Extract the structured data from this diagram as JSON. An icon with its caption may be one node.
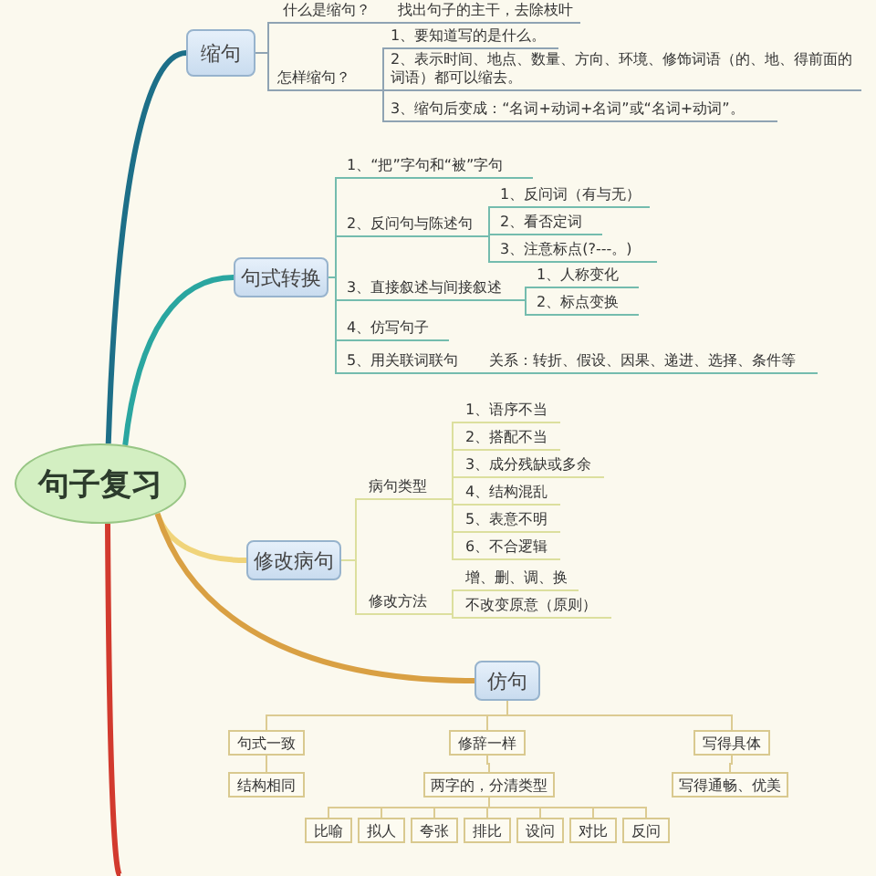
{
  "diagram": {
    "nodes": [
      {
        "text": [
          "句子复习"
        ]
      },
      {
        "text": [
          "缩句"
        ]
      },
      {
        "text": [
          "什么是缩句？"
        ]
      },
      {
        "text": [
          "找出句子的主干，去除枝叶"
        ]
      },
      {
        "text": [
          "怎样缩句？"
        ]
      },
      {
        "text": [
          "1、要知道写的是什么。"
        ]
      },
      {
        "text": [
          "2、表示时间、地点、数量、方向、环境、修饰词语（的、地、得前面的词语）都可以缩去。"
        ]
      },
      {
        "text": [
          "3、缩句后变成：“名词+动词+名词”或“名词+动词”。"
        ]
      },
      {
        "text": [
          "句式转换"
        ]
      },
      {
        "text": [
          "1、“把”字句和“被”字句"
        ]
      },
      {
        "text": [
          "2、反问句与陈述句"
        ]
      },
      {
        "text": [
          "1、反问词（有与无）"
        ]
      },
      {
        "text": [
          "2、看否定词"
        ]
      },
      {
        "text": [
          "3、注意标点(?---。)"
        ]
      },
      {
        "text": [
          "3、直接叙述与间接叙述"
        ]
      },
      {
        "text": [
          "1、人称变化"
        ]
      },
      {
        "text": [
          "2、标点变换"
        ]
      },
      {
        "text": [
          "4、仿写句子"
        ]
      },
      {
        "text": [
          "5、用关联词联句"
        ]
      },
      {
        "text": [
          "关系：转折、假设、因果、递进、选择、条件等"
        ]
      },
      {
        "text": [
          "修改病句"
        ]
      },
      {
        "text": [
          "病句类型"
        ]
      },
      {
        "text": [
          "1、语序不当"
        ]
      },
      {
        "text": [
          "2、搭配不当"
        ]
      },
      {
        "text": [
          "3、成分残缺或多余"
        ]
      },
      {
        "text": [
          "4、结构混乱"
        ]
      },
      {
        "text": [
          "5、表意不明"
        ]
      },
      {
        "text": [
          "6、不合逻辑"
        ]
      },
      {
        "text": [
          "修改方法"
        ]
      },
      {
        "text": [
          "增、删、调、换"
        ]
      },
      {
        "text": [
          "不改变原意（原则）"
        ]
      },
      {
        "text": [
          "仿句"
        ]
      },
      {
        "text": [
          "句式一致"
        ]
      },
      {
        "text": [
          "修辞一样"
        ]
      },
      {
        "text": [
          "写得具体"
        ]
      },
      {
        "text": [
          "结构相同"
        ]
      },
      {
        "text": [
          "两字的，分清类型"
        ]
      },
      {
        "text": [
          "写得通畅、优美"
        ]
      },
      {
        "text": [
          "比喻"
        ]
      },
      {
        "text": [
          "拟人"
        ]
      },
      {
        "text": [
          "夸张"
        ]
      },
      {
        "text": [
          "排比"
        ]
      },
      {
        "text": [
          "设问"
        ]
      },
      {
        "text": [
          "对比"
        ]
      },
      {
        "text": [
          "反问"
        ]
      }
    ],
    "edges": [
      {
        "from": 0,
        "to": 1,
        "arrow": "none",
        "style": "thick",
        "color": "#1d6f88"
      },
      {
        "from": 0,
        "to": 8,
        "arrow": "none",
        "style": "thick",
        "color": "#2aa6a0"
      },
      {
        "from": 0,
        "to": 20,
        "arrow": "none",
        "style": "thick",
        "color": "#f0d47a"
      },
      {
        "from": 0,
        "to": 31,
        "arrow": "none",
        "style": "thick",
        "color": "#d9a043"
      },
      {
        "from": 0,
        "to": null,
        "arrow": "none",
        "style": "thick",
        "color": "#d23a2e"
      },
      {
        "from": 1,
        "to": 2,
        "arrow": "none",
        "color": "#8fa3b3"
      },
      {
        "from": 1,
        "to": 4,
        "arrow": "none",
        "color": "#8fa3b3"
      },
      {
        "from": 2,
        "to": 3,
        "arrow": "none",
        "color": "#8fa3b3"
      },
      {
        "from": 4,
        "to": 5,
        "arrow": "none",
        "color": "#8fa3b3"
      },
      {
        "from": 4,
        "to": 6,
        "arrow": "none",
        "color": "#8fa3b3"
      },
      {
        "from": 4,
        "to": 7,
        "arrow": "none",
        "color": "#8fa3b3"
      },
      {
        "from": 8,
        "to": 9,
        "arrow": "none",
        "color": "#74bcae"
      },
      {
        "from": 8,
        "to": 10,
        "arrow": "none",
        "color": "#74bcae"
      },
      {
        "from": 8,
        "to": 14,
        "arrow": "none",
        "color": "#74bcae"
      },
      {
        "from": 8,
        "to": 17,
        "arrow": "none",
        "color": "#74bcae"
      },
      {
        "from": 8,
        "to": 18,
        "arrow": "none",
        "color": "#74bcae"
      },
      {
        "from": 10,
        "to": 11,
        "arrow": "none",
        "color": "#74bcae"
      },
      {
        "from": 10,
        "to": 12,
        "arrow": "none",
        "color": "#74bcae"
      },
      {
        "from": 10,
        "to": 13,
        "arrow": "none",
        "color": "#74bcae"
      },
      {
        "from": 14,
        "to": 15,
        "arrow": "none",
        "color": "#74bcae"
      },
      {
        "from": 14,
        "to": 16,
        "arrow": "none",
        "color": "#74bcae"
      },
      {
        "from": 18,
        "to": 19,
        "arrow": "none",
        "color": "#74bcae"
      },
      {
        "from": 20,
        "to": 21,
        "arrow": "none",
        "color": "#dcdf9e"
      },
      {
        "from": 20,
        "to": 28,
        "arrow": "none",
        "color": "#dcdf9e"
      },
      {
        "from": 21,
        "to": 22,
        "arrow": "none",
        "color": "#dcdf9e"
      },
      {
        "from": 21,
        "to": 23,
        "arrow": "none",
        "color": "#dcdf9e"
      },
      {
        "from": 21,
        "to": 24,
        "arrow": "none",
        "color": "#dcdf9e"
      },
      {
        "from": 21,
        "to": 25,
        "arrow": "none",
        "color": "#dcdf9e"
      },
      {
        "from": 21,
        "to": 26,
        "arrow": "none",
        "color": "#dcdf9e"
      },
      {
        "from": 21,
        "to": 27,
        "arrow": "none",
        "color": "#dcdf9e"
      },
      {
        "from": 28,
        "to": 29,
        "arrow": "none",
        "color": "#dcdf9e"
      },
      {
        "from": 28,
        "to": 30,
        "arrow": "none",
        "color": "#dcdf9e"
      },
      {
        "from": 31,
        "to": 32,
        "arrow": "none",
        "color": "#dccb92"
      },
      {
        "from": 31,
        "to": 33,
        "arrow": "none",
        "color": "#dccb92"
      },
      {
        "from": 31,
        "to": 34,
        "arrow": "none",
        "color": "#dccb92"
      },
      {
        "from": 32,
        "to": 35,
        "arrow": "none",
        "color": "#dccb92"
      },
      {
        "from": 33,
        "to": 36,
        "arrow": "none",
        "color": "#dccb92"
      },
      {
        "from": 34,
        "to": 37,
        "arrow": "none",
        "color": "#dccb92"
      },
      {
        "from": 36,
        "to": 38,
        "arrow": "none",
        "color": "#dccb92"
      },
      {
        "from": 36,
        "to": 39,
        "arrow": "none",
        "color": "#dccb92"
      },
      {
        "from": 36,
        "to": 40,
        "arrow": "none",
        "color": "#dccb92"
      },
      {
        "from": 36,
        "to": 41,
        "arrow": "none",
        "color": "#dccb92"
      },
      {
        "from": 36,
        "to": 42,
        "arrow": "none",
        "color": "#dccb92"
      },
      {
        "from": 36,
        "to": 43,
        "arrow": "none",
        "color": "#dccb92"
      },
      {
        "from": 36,
        "to": 44,
        "arrow": "none",
        "color": "#dccb92"
      }
    ]
  }
}
